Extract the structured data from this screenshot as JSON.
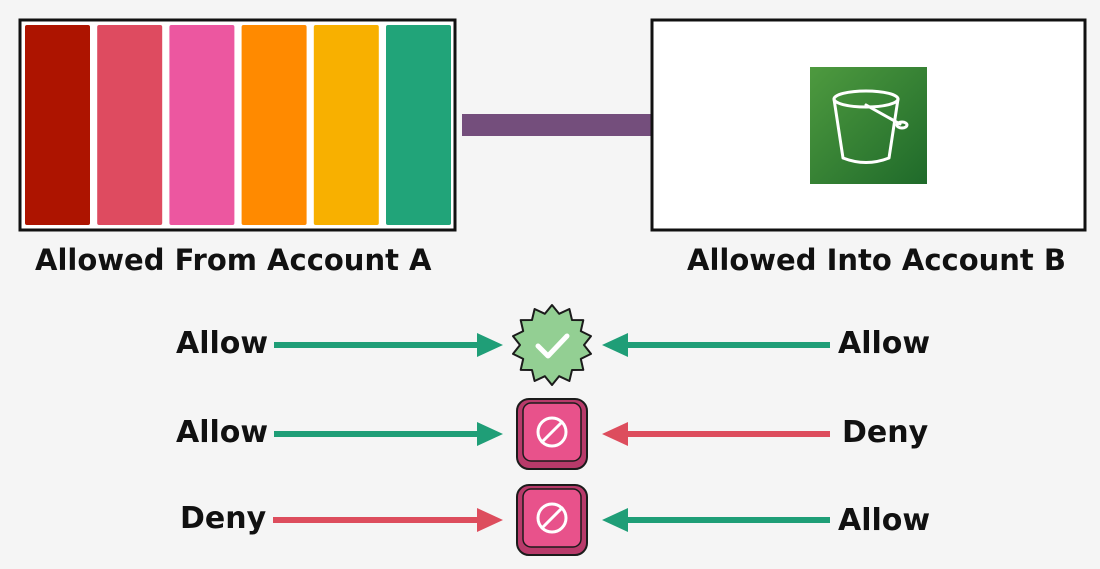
{
  "account_a": {
    "caption": "Allowed From Account A",
    "bars": [
      {
        "color": "#ad1400"
      },
      {
        "color": "#de4b60"
      },
      {
        "color": "#ec57a0"
      },
      {
        "color": "#ff8a00"
      },
      {
        "color": "#f8b000"
      },
      {
        "color": "#21a479"
      }
    ]
  },
  "account_b": {
    "caption": "Allowed Into Account B",
    "icon": "bucket-icon",
    "icon_color_top": "#4e9a3f",
    "icon_color_bottom": "#1f6a2a"
  },
  "transfer_arrow": {
    "color": "#744e7c"
  },
  "colors": {
    "allow": "#1f9e77",
    "deny": "#dd4d5d",
    "approved_fill": "#93cf93",
    "denied_fill": "#e8528b"
  },
  "rules": [
    {
      "left": "Allow",
      "right": "Allow",
      "left_type": "allow",
      "right_type": "allow",
      "result": "approved",
      "result_icon": "verified-badge-icon"
    },
    {
      "left": "Allow",
      "right": "Deny",
      "left_type": "allow",
      "right_type": "deny",
      "result": "denied",
      "result_icon": "no-entry-icon"
    },
    {
      "left": "Deny",
      "right": "Allow",
      "left_type": "deny",
      "right_type": "allow",
      "result": "denied",
      "result_icon": "no-entry-icon"
    }
  ]
}
